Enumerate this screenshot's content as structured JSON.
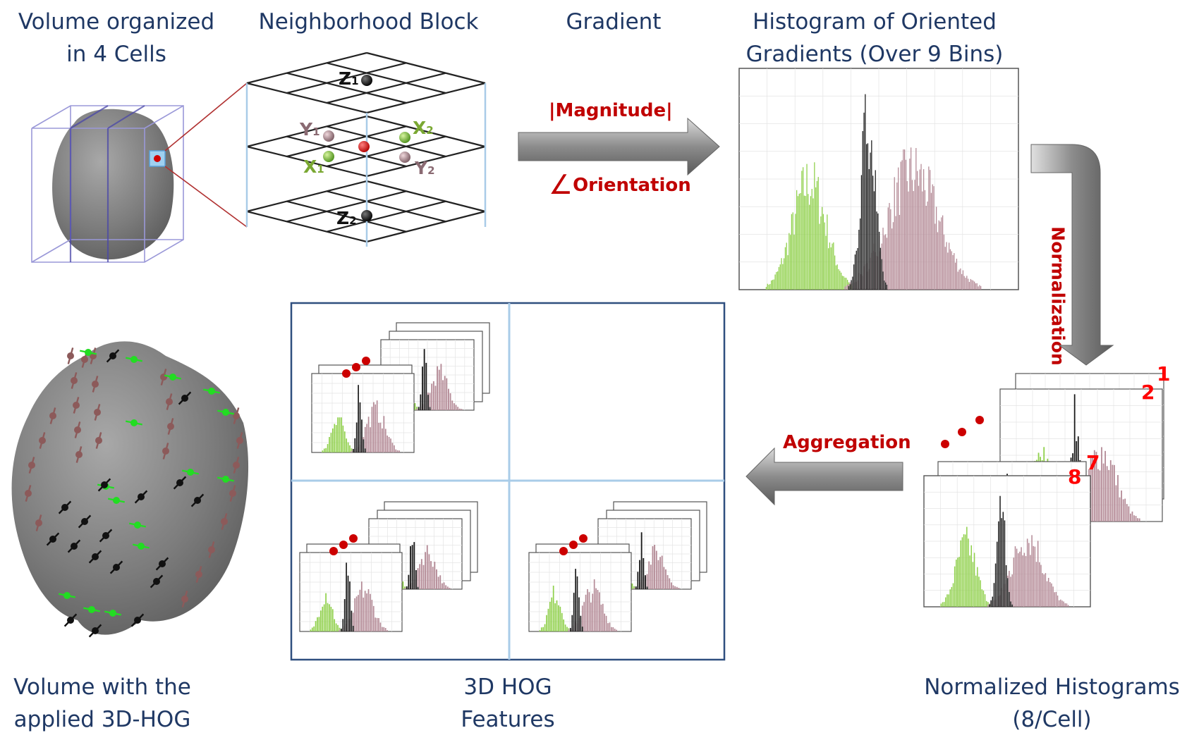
{
  "captions": {
    "volume_cells": [
      "Volume organized",
      "in 4 Cells"
    ],
    "neighborhood": [
      "Neighborhood Block"
    ],
    "gradient": [
      "Gradient"
    ],
    "hog": [
      "Histogram of Oriented",
      "Gradients (Over 9 Bins)"
    ],
    "applied": [
      "Volume with the",
      "applied 3D-HOG"
    ],
    "features": [
      "3D HOG",
      "Features"
    ],
    "normalized": [
      "Normalized Histograms",
      "(8/Cell)"
    ]
  },
  "labels": {
    "magnitude": "|Magnitude|",
    "orientation_symbol": "∠",
    "orientation": "Orientation",
    "normalization": "Normalization",
    "aggregation": "Aggregation"
  },
  "neighbors": {
    "z1": "Z",
    "z1_sub": "1",
    "z2": "Z",
    "z2_sub": "2",
    "x1": "X",
    "x1_sub": "1",
    "x2": "X",
    "x2_sub": "2",
    "y1": "Y",
    "y1_sub": "1",
    "y2": "Y",
    "y2_sub": "2"
  },
  "stack_numbers": [
    "1",
    "2",
    "7",
    "8"
  ],
  "colors": {
    "caption": "#1f3864",
    "label_red": "#c00000",
    "green_bars": "#8fd04a",
    "black_bars": "#1a1a1a",
    "pink_bars": "#b48a96",
    "frame": "#2f4f7f",
    "divider": "#a9cce8"
  }
}
